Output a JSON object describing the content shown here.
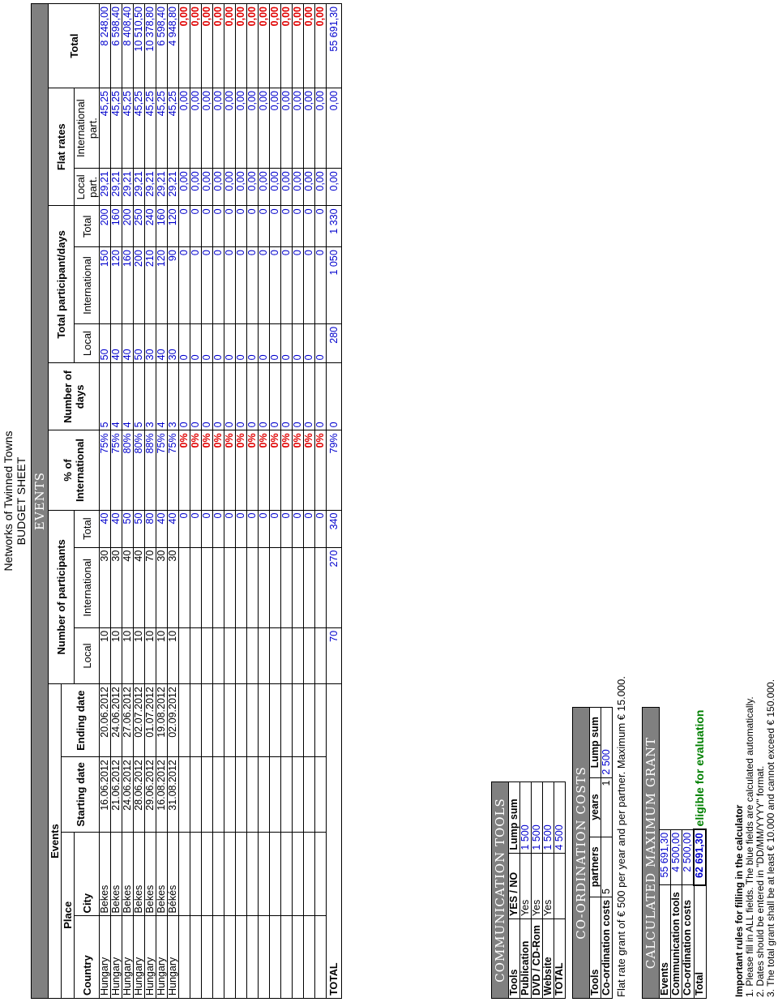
{
  "doc": {
    "title": "Networks of Twinned Towns",
    "subtitle": "BUDGET SHEET"
  },
  "events": {
    "section": "EVENTS",
    "headers": {
      "events": "Events",
      "place": "Place",
      "country": "Country",
      "city": "City",
      "starting_date": "Starting date",
      "ending_date": "Ending date",
      "num_participants": "Number of participants",
      "local": "Local",
      "international": "International",
      "total": "Total",
      "pct_international": "% of International",
      "num_days": "Number of days",
      "total_pd": "Total participant/days",
      "flat_rates": "Flat rates",
      "local_part": "Local part.",
      "international_part": "International part.",
      "grand_total": "Total"
    },
    "rows": [
      {
        "country": "Hungary",
        "city": "Bekes",
        "start": "16.06.2012",
        "end": "20.06.2012",
        "local": "10",
        "intl": "30",
        "total": "40",
        "pct": "75%",
        "days": "5",
        "pd_local": "50",
        "pd_intl": "150",
        "pd_total": "200",
        "fr_local": "29,21",
        "fr_intl": "45,25",
        "amount": "8 248,00"
      },
      {
        "country": "Hungary",
        "city": "Bekes",
        "start": "21.06.2012",
        "end": "24.06.2012",
        "local": "10",
        "intl": "30",
        "total": "40",
        "pct": "75%",
        "days": "4",
        "pd_local": "40",
        "pd_intl": "120",
        "pd_total": "160",
        "fr_local": "29,21",
        "fr_intl": "45,25",
        "amount": "6 598,40"
      },
      {
        "country": "Hungary",
        "city": "Bekes",
        "start": "24.06.2012",
        "end": "27.06.2012",
        "local": "10",
        "intl": "40",
        "total": "50",
        "pct": "80%",
        "days": "4",
        "pd_local": "40",
        "pd_intl": "160",
        "pd_total": "200",
        "fr_local": "29,21",
        "fr_intl": "45,25",
        "amount": "8 408,40"
      },
      {
        "country": "Hungary",
        "city": "Bekes",
        "start": "28.06.2012",
        "end": "02.07.2012",
        "local": "10",
        "intl": "40",
        "total": "50",
        "pct": "80%",
        "days": "5",
        "pd_local": "50",
        "pd_intl": "200",
        "pd_total": "250",
        "fr_local": "29,21",
        "fr_intl": "45,25",
        "amount": "10 510,50"
      },
      {
        "country": "Hungary",
        "city": "Bekes",
        "start": "29.06.2012",
        "end": "01.07.2012",
        "local": "10",
        "intl": "70",
        "total": "80",
        "pct": "88%",
        "days": "3",
        "pd_local": "30",
        "pd_intl": "210",
        "pd_total": "240",
        "fr_local": "29,21",
        "fr_intl": "45,25",
        "amount": "10 378,80"
      },
      {
        "country": "Hungary",
        "city": "Bekes",
        "start": "16.08.2012",
        "end": "19.08.2012",
        "local": "10",
        "intl": "30",
        "total": "40",
        "pct": "75%",
        "days": "4",
        "pd_local": "40",
        "pd_intl": "120",
        "pd_total": "160",
        "fr_local": "29,21",
        "fr_intl": "45,25",
        "amount": "6 598,40"
      },
      {
        "country": "Hungary",
        "city": "Békés",
        "start": "31.08.2012",
        "end": "02.09.2012",
        "local": "10",
        "intl": "30",
        "total": "40",
        "pct": "75%",
        "days": "3",
        "pd_local": "30",
        "pd_intl": "90",
        "pd_total": "120",
        "fr_local": "29,21",
        "fr_intl": "45,25",
        "amount": "4 948,80"
      }
    ],
    "empty_row": {
      "total": "0",
      "pct": "0%",
      "days": "0",
      "pd_local": "0",
      "pd_intl": "0",
      "pd_total": "0",
      "fr_local": "0,00",
      "fr_intl": "0,00",
      "amount": "0,00"
    },
    "empty_row_count": 13,
    "total_row": {
      "label": "TOTAL",
      "local": "70",
      "intl": "270",
      "total": "340",
      "pct": "79%",
      "days": "0",
      "pd_local": "280",
      "pd_intl": "1 050",
      "pd_total": "1 330",
      "fr_local": "0,00",
      "fr_intl": "0,00",
      "amount": "55 691,30"
    }
  },
  "comm": {
    "section": "COMMUNICATION TOOLS",
    "headers": {
      "tools": "Tools",
      "yesno": "YES / NO",
      "lump": "Lump sum"
    },
    "rows": [
      {
        "tool": "Publication",
        "yn": "Yes",
        "lump": "1 500"
      },
      {
        "tool": "DVD / CD-Rom",
        "yn": "Yes",
        "lump": "1 500"
      },
      {
        "tool": "Website",
        "yn": "Yes",
        "lump": "1 500"
      }
    ],
    "total": {
      "label": "TOTAL",
      "lump": "4 500"
    }
  },
  "coord": {
    "section": "CO-ORDINATION COSTS",
    "headers": {
      "tools": "Tools",
      "partners": "partners",
      "years": "years",
      "lump": "Lump sum"
    },
    "row": {
      "label": "Co-ordination costs",
      "partners": "5",
      "years": "1",
      "lump": "2 500"
    },
    "note": "Flat rate grant of € 500 per year and per partner. Maximum € 15.000."
  },
  "max_grant": {
    "section": "CALCULATED MAXIMUM GRANT",
    "rows": [
      {
        "label": "Events",
        "value": "55 691,30"
      },
      {
        "label": "Communication tools",
        "value": "4 500,00"
      },
      {
        "label": "Co-ordination costs",
        "value": "2 500,00"
      }
    ],
    "total": {
      "label": "Total",
      "value": "62 691,30"
    },
    "eligible": "eligible for evaluation"
  },
  "rules": {
    "title": "Important rules for filling in the calculator",
    "items": [
      "1. Please fill in ALL fields. The blue fields are calculated automatically.",
      "2. Dates should be entered in \"DD/MM/YYYY\" format.",
      "3. The total grant shall be at least € 10.000 and cannot exceed € 150.000."
    ]
  },
  "colors": {
    "section_bg": "#808080",
    "input_blue": "#0000cc",
    "zero_red": "#e00000",
    "eligible_green": "#008000"
  }
}
